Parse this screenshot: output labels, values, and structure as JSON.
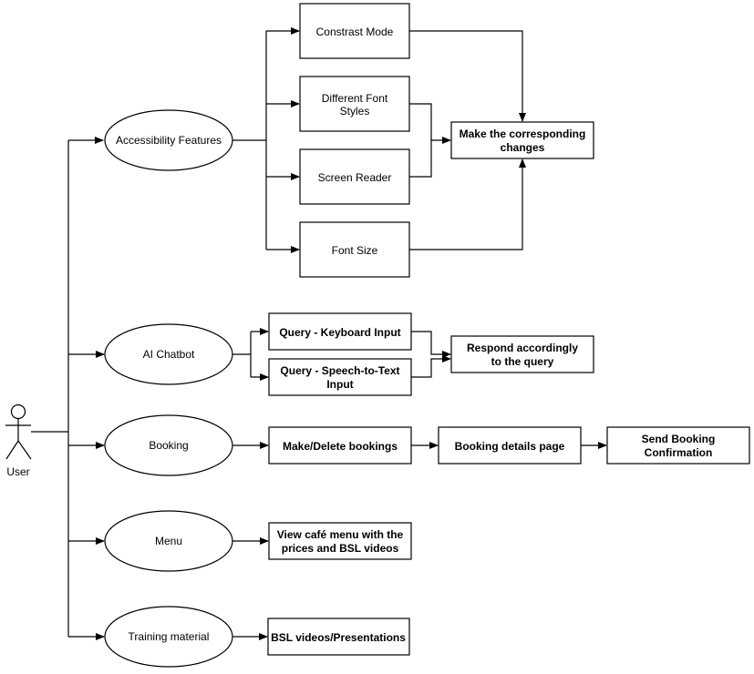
{
  "actor": {
    "label": "User"
  },
  "use_cases": {
    "accessibility": "Accessibility Features",
    "chatbot": "AI Chatbot",
    "booking": "Booking",
    "menu": "Menu",
    "training": "Training material"
  },
  "accessibility_options": {
    "contrast": "Constrast Mode",
    "font_styles": [
      "Different Font",
      "Styles"
    ],
    "screen_reader": "Screen Reader",
    "font_size": "Font Size",
    "result": [
      "Make the corresponding",
      "changes"
    ]
  },
  "chatbot_options": {
    "keyboard": "Query - Keyboard Input",
    "speech": [
      "Query - Speech-to-Text",
      "Input"
    ],
    "result": [
      "Respond accordingly",
      "to the query"
    ]
  },
  "booking_flow": {
    "make_delete": "Make/Delete bookings",
    "details": "Booking details page",
    "confirmation": [
      "Send Booking",
      "Confirmation"
    ]
  },
  "menu_flow": {
    "view": [
      "View café menu with the",
      "prices and BSL videos"
    ]
  },
  "training_flow": {
    "videos": "BSL videos/Presentations"
  }
}
